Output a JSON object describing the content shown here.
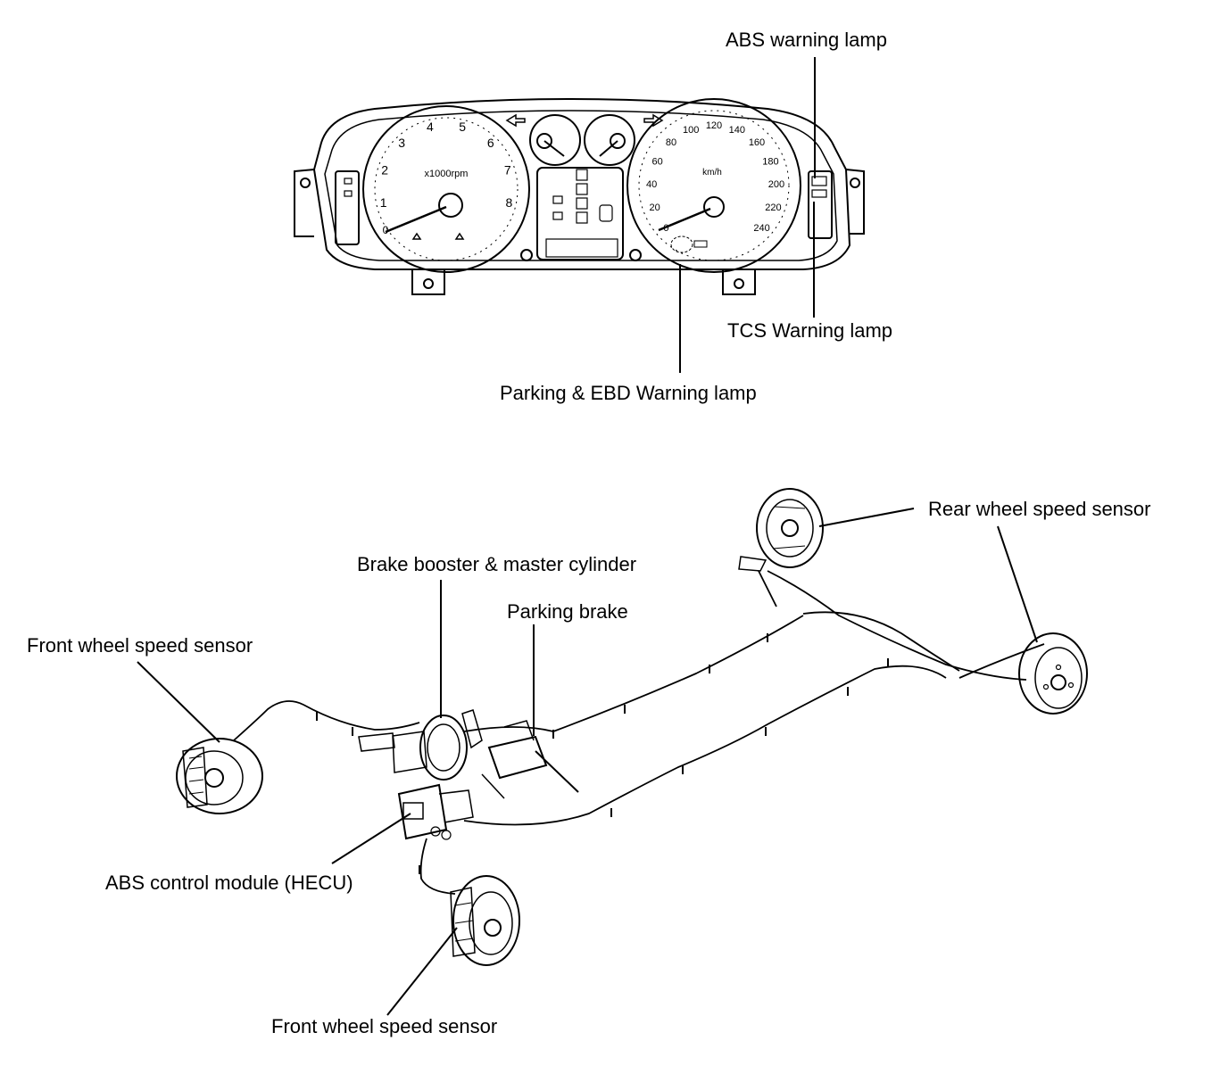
{
  "colors": {
    "ink": "#000000",
    "paper": "#ffffff"
  },
  "cluster": {
    "tach_numbers": [
      "1",
      "2",
      "3",
      "4",
      "5",
      "6",
      "7",
      "8",
      "0"
    ],
    "tach_unit": "x1000rpm",
    "speed_numbers": [
      "0",
      "20",
      "40",
      "60",
      "80",
      "100",
      "120",
      "140",
      "160",
      "180",
      "200",
      "220",
      "240"
    ],
    "speed_unit": "km/h"
  },
  "labels": {
    "abs_warning_lamp": "ABS warning lamp",
    "tcs_warning_lamp": "TCS Warning lamp",
    "parking_ebd_lamp": "Parking & EBD Warning lamp",
    "rear_wheel_sensor": "Rear wheel speed sensor",
    "brake_booster": "Brake booster & master cylinder",
    "parking_brake": "Parking brake",
    "front_wheel_sensor_left": "Front wheel speed sensor",
    "abs_module": "ABS control module (HECU)",
    "front_wheel_sensor_bottom": "Front wheel speed sensor"
  }
}
